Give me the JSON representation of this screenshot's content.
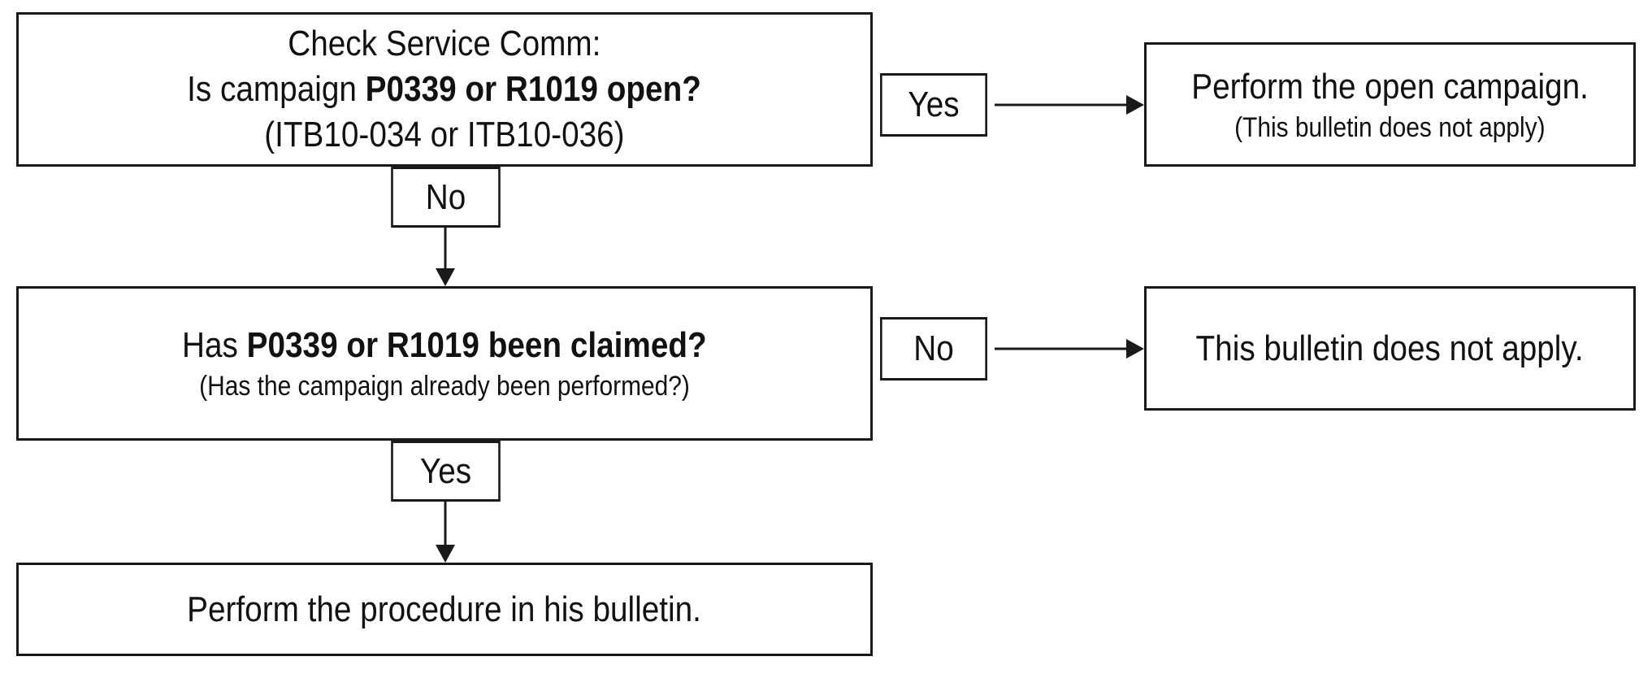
{
  "nodes": {
    "check_open": {
      "line1": "Check Service Comm:",
      "line2_pre": "Is campaign ",
      "line2_bold": "P0339 or R1019 open?",
      "line3": "(ITB10-034 or ITB10-036)"
    },
    "claimed": {
      "line1_pre": "Has ",
      "line1_bold": "P0339 or R1019 been claimed?",
      "line2": "(Has the campaign already been performed?)"
    },
    "perform_procedure": {
      "text": "Perform the procedure in his bulletin."
    },
    "perform_open_campaign": {
      "line1": "Perform the open campaign.",
      "line2": "(This bulletin does not apply)"
    },
    "does_not_apply": {
      "text": "This bulletin does not apply."
    }
  },
  "edges": {
    "open_yes": "Yes",
    "open_no": "No",
    "claimed_no": "No",
    "claimed_yes": "Yes"
  }
}
